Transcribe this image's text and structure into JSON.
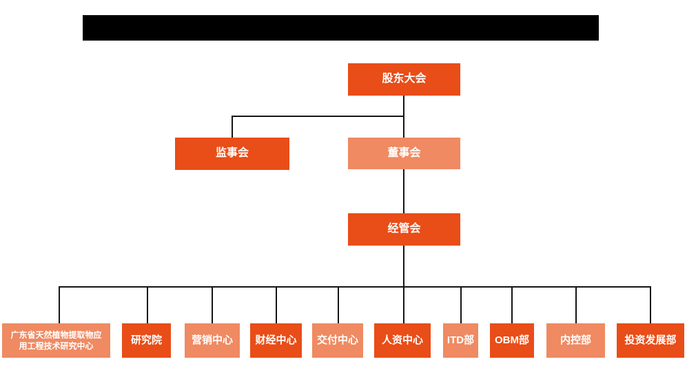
{
  "colors": {
    "primary_orange": "#e94d18",
    "light_orange": "#ef8a62",
    "connector_line": "#141414",
    "node_text": "#ffffff",
    "redaction_bar": "#000000",
    "background": "#ffffff"
  },
  "org_chart": {
    "level1": {
      "shareholders_meeting": "股东大会"
    },
    "level2": {
      "supervisory_board": "监事会",
      "board_of_directors": "董事会"
    },
    "level3": {
      "management_committee": "经管会"
    },
    "departments": {
      "research_center": "广东省天然植物提取物应\n用工程技术研究中心",
      "research_institute": "研究院",
      "marketing_center": "营销中心",
      "finance_center": "财经中心",
      "delivery_center": "交付中心",
      "hr_center": "人资中心",
      "itd_dept": "ITD部",
      "obm_dept": "OBM部",
      "internal_control_dept": "内控部",
      "investment_development_dept": "投资发展部"
    }
  }
}
